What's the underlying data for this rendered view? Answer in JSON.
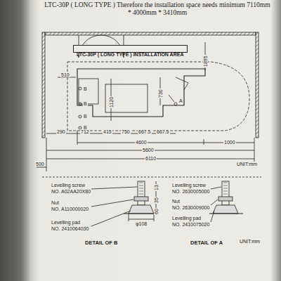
{
  "diagram": {
    "title": "LTC-30P ( LONG TYPE ) Therefore the installation space needs minimum 7110mm * 4000mm * 3410mm",
    "nodes": [
      {
        "text": [
          "LTC-30P ( LONG TYPE ) INSTALLATION AREA"
        ]
      }
    ],
    "labels": [
      "510",
      "B",
      "B",
      "B",
      "B",
      "1120",
      "730",
      "A",
      "290",
      "712",
      "415",
      "750",
      "667.5",
      "667.5",
      "4600",
      "1000",
      "5600",
      "6110",
      "500",
      "1895",
      "UNIT:mm",
      "Levelling screw",
      "NO. A02AA20X80",
      "Nut",
      "NO. A110000020",
      "Levelling pad",
      "NO. 2410064030",
      "φ108",
      "13",
      "35",
      "60",
      "DETAIL OF B",
      "Levelling screw",
      "NO. 2630005000",
      "Nut",
      "NO. 2630009000",
      "Levelling pad",
      "NO. 2410075020",
      "DETAIL OF A",
      "UNIT:mm"
    ]
  }
}
